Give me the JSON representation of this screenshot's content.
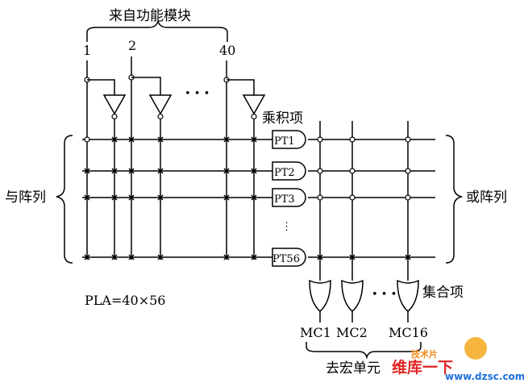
{
  "labels": {
    "top_module": "来自功能模块",
    "and_array": "与阵列",
    "or_array": "或阵列",
    "product_term": "乘积项",
    "sum_term": "集合项",
    "macrocell_dest": "去宏单元",
    "pla_formula": "PLA=40×56"
  },
  "inputs": [
    "1",
    "2",
    "40"
  ],
  "product_terms": [
    "PT1",
    "PT2",
    "PT3",
    "PT56"
  ],
  "macrocells": [
    "MC1",
    "MC2",
    "MC16"
  ],
  "ellipsis": {
    "inputs": "• • •",
    "product_terms": "⋮",
    "or_gates": "• • •"
  },
  "watermark": {
    "text1": "维库一下",
    "text2": "www.dzsc.com",
    "text3": "技术片"
  },
  "colors": {
    "line": "#000000",
    "watermark_red": "#e02424",
    "watermark_blue": "#1e6fd9",
    "watermark_orange": "#f08a1c"
  }
}
